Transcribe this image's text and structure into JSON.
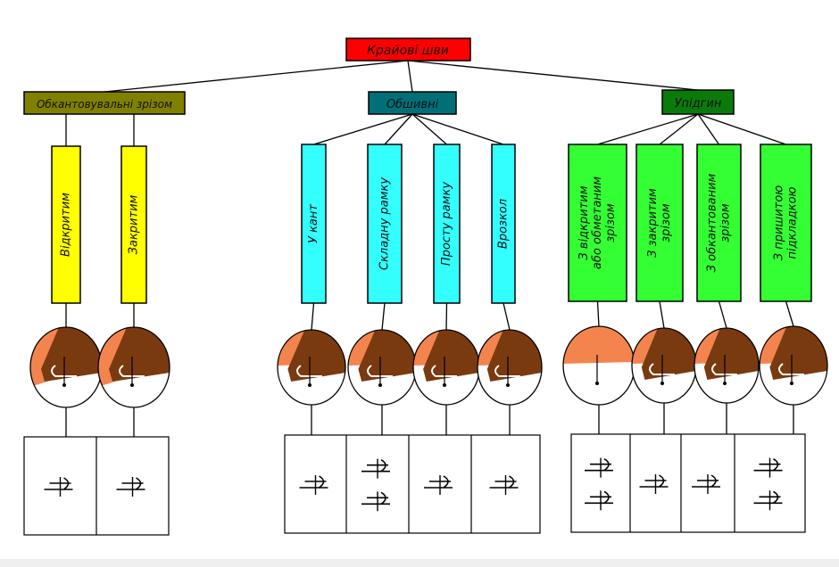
{
  "colors": {
    "root": "#ff0000",
    "olive": "#808000",
    "teal": "#006f78",
    "darkgreen": "#0a7a0a",
    "yellow": "#ffff00",
    "cyan": "#33ffff",
    "green": "#33ff33",
    "peach": "#f4844e",
    "brown": "#7a3a10"
  },
  "icons": [
    "seam-cross-section-icon",
    "seam-schematic-icon"
  ],
  "root": {
    "label": "Крайові шви"
  },
  "groups": [
    {
      "label": "Обкантовувальні зрізом",
      "children": [
        {
          "label": [
            "Відкритим"
          ]
        },
        {
          "label": [
            "Закритим"
          ]
        }
      ]
    },
    {
      "label": "Обшивні",
      "children": [
        {
          "label": [
            "У кант"
          ]
        },
        {
          "label": [
            "Складну рамку"
          ]
        },
        {
          "label": [
            "Просту рамку"
          ]
        },
        {
          "label": [
            "Врозкол"
          ]
        }
      ]
    },
    {
      "label": "Упідгин",
      "children": [
        {
          "label": [
            "З відкритим",
            "або обметаним",
            "зрізом"
          ]
        },
        {
          "label": [
            "З закритим",
            "зрізом"
          ]
        },
        {
          "label": [
            "З обкантованим",
            "зрізом"
          ]
        },
        {
          "label": [
            "З пришитою",
            "підкладкою"
          ]
        }
      ]
    }
  ]
}
